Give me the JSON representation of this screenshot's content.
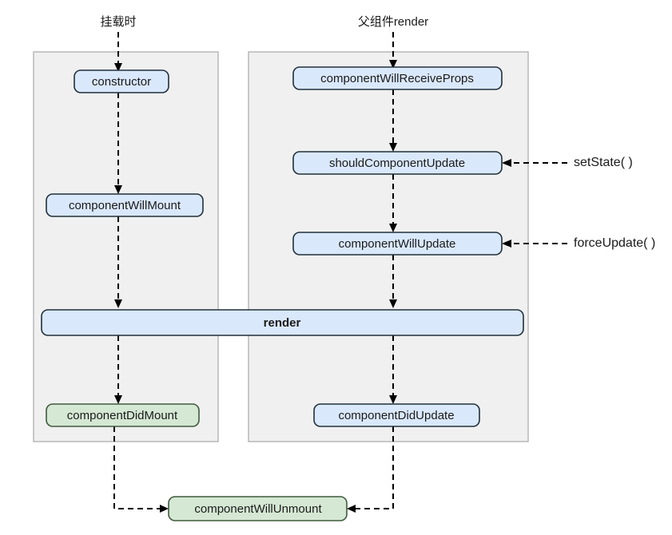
{
  "diagram": {
    "title_mount": "挂载时",
    "title_update": "父组件render",
    "panels": [
      {
        "id": "mount-phase-panel",
        "caption": "挂载时"
      },
      {
        "id": "update-phase-panel",
        "caption": "父组件render"
      }
    ],
    "mount_nodes": [
      {
        "label": "constructor",
        "color": "#dae8fc"
      },
      {
        "label": "componentWillMount",
        "color": "#dae8fc"
      },
      {
        "label": "componentDidMount",
        "color": "#d5e8d4"
      }
    ],
    "update_nodes": [
      {
        "label": "componentWillReceiveProps",
        "color": "#dae8fc"
      },
      {
        "label": "shouldComponentUpdate",
        "color": "#dae8fc"
      },
      {
        "label": "componentWillUpdate",
        "color": "#dae8fc"
      },
      {
        "label": "componentDidUpdate",
        "color": "#dae8fc"
      }
    ],
    "render_node": {
      "label": "render",
      "color": "#dae8fc"
    },
    "unmount_node": {
      "label": "componentWillUnmount",
      "color": "#d5e8d4"
    },
    "triggers": [
      {
        "label": "setState( )",
        "target": "shouldComponentUpdate"
      },
      {
        "label": "forceUpdate( )",
        "target": "componentWillUpdate"
      }
    ],
    "colors": {
      "blue_fill": "#dae8fc",
      "blue_stroke": "#20303b",
      "green_fill": "#d5e8d4",
      "green_stroke": "#3f5a3c",
      "panel_fill": "#f0f0f0",
      "panel_stroke": "#b3b3b3",
      "line": "#000000",
      "background": "#ffffff"
    }
  }
}
